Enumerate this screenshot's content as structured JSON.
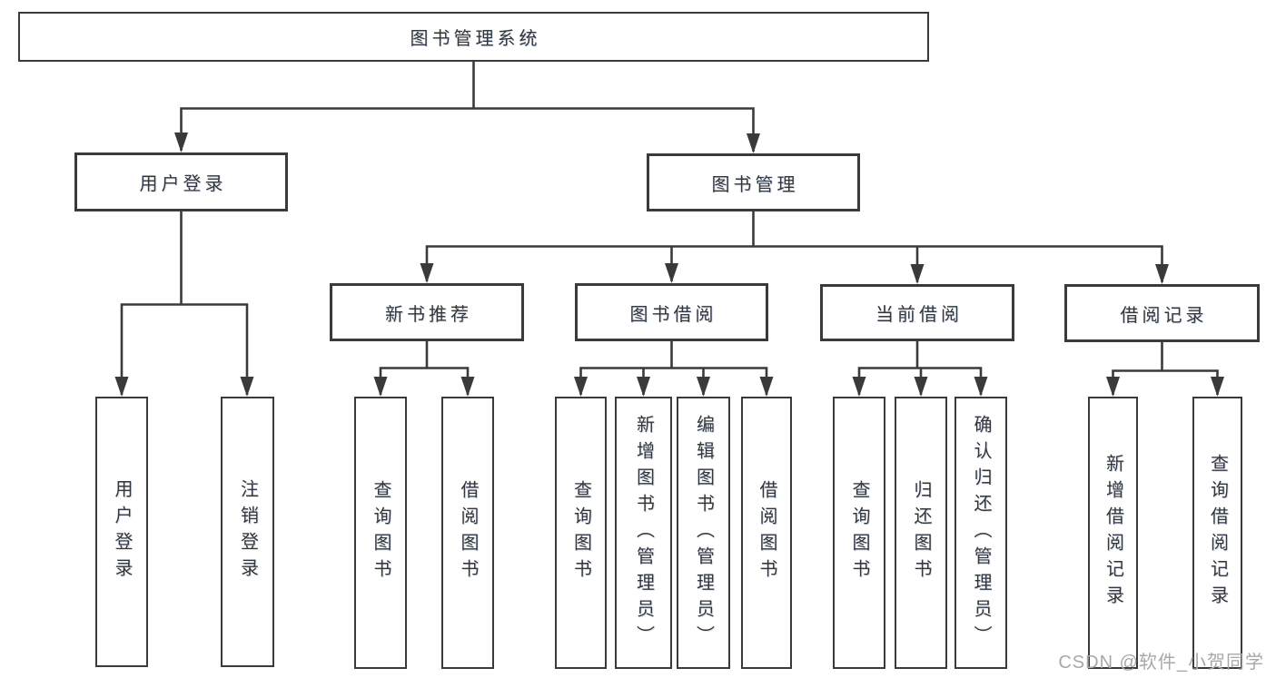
{
  "tree": {
    "root": "图书管理系统",
    "user_login_branch": {
      "label": "用户登录",
      "children": [
        "用户登录",
        "注销登录"
      ]
    },
    "book_mgmt_branch": {
      "label": "图书管理",
      "modules": [
        {
          "label": "新书推荐",
          "children": [
            "查询图书",
            "借阅图书"
          ]
        },
        {
          "label": "图书借阅",
          "children": [
            "查询图书",
            "新增图书（管理员）",
            "编辑图书（管理员）",
            "借阅图书"
          ]
        },
        {
          "label": "当前借阅",
          "children": [
            "查询图书",
            "归还图书",
            "确认归还（管理员）"
          ]
        },
        {
          "label": "借阅记录",
          "children": [
            "新增借阅记录",
            "查询借阅记录"
          ]
        }
      ]
    }
  },
  "watermark": "CSDN @软件_小贺同学"
}
